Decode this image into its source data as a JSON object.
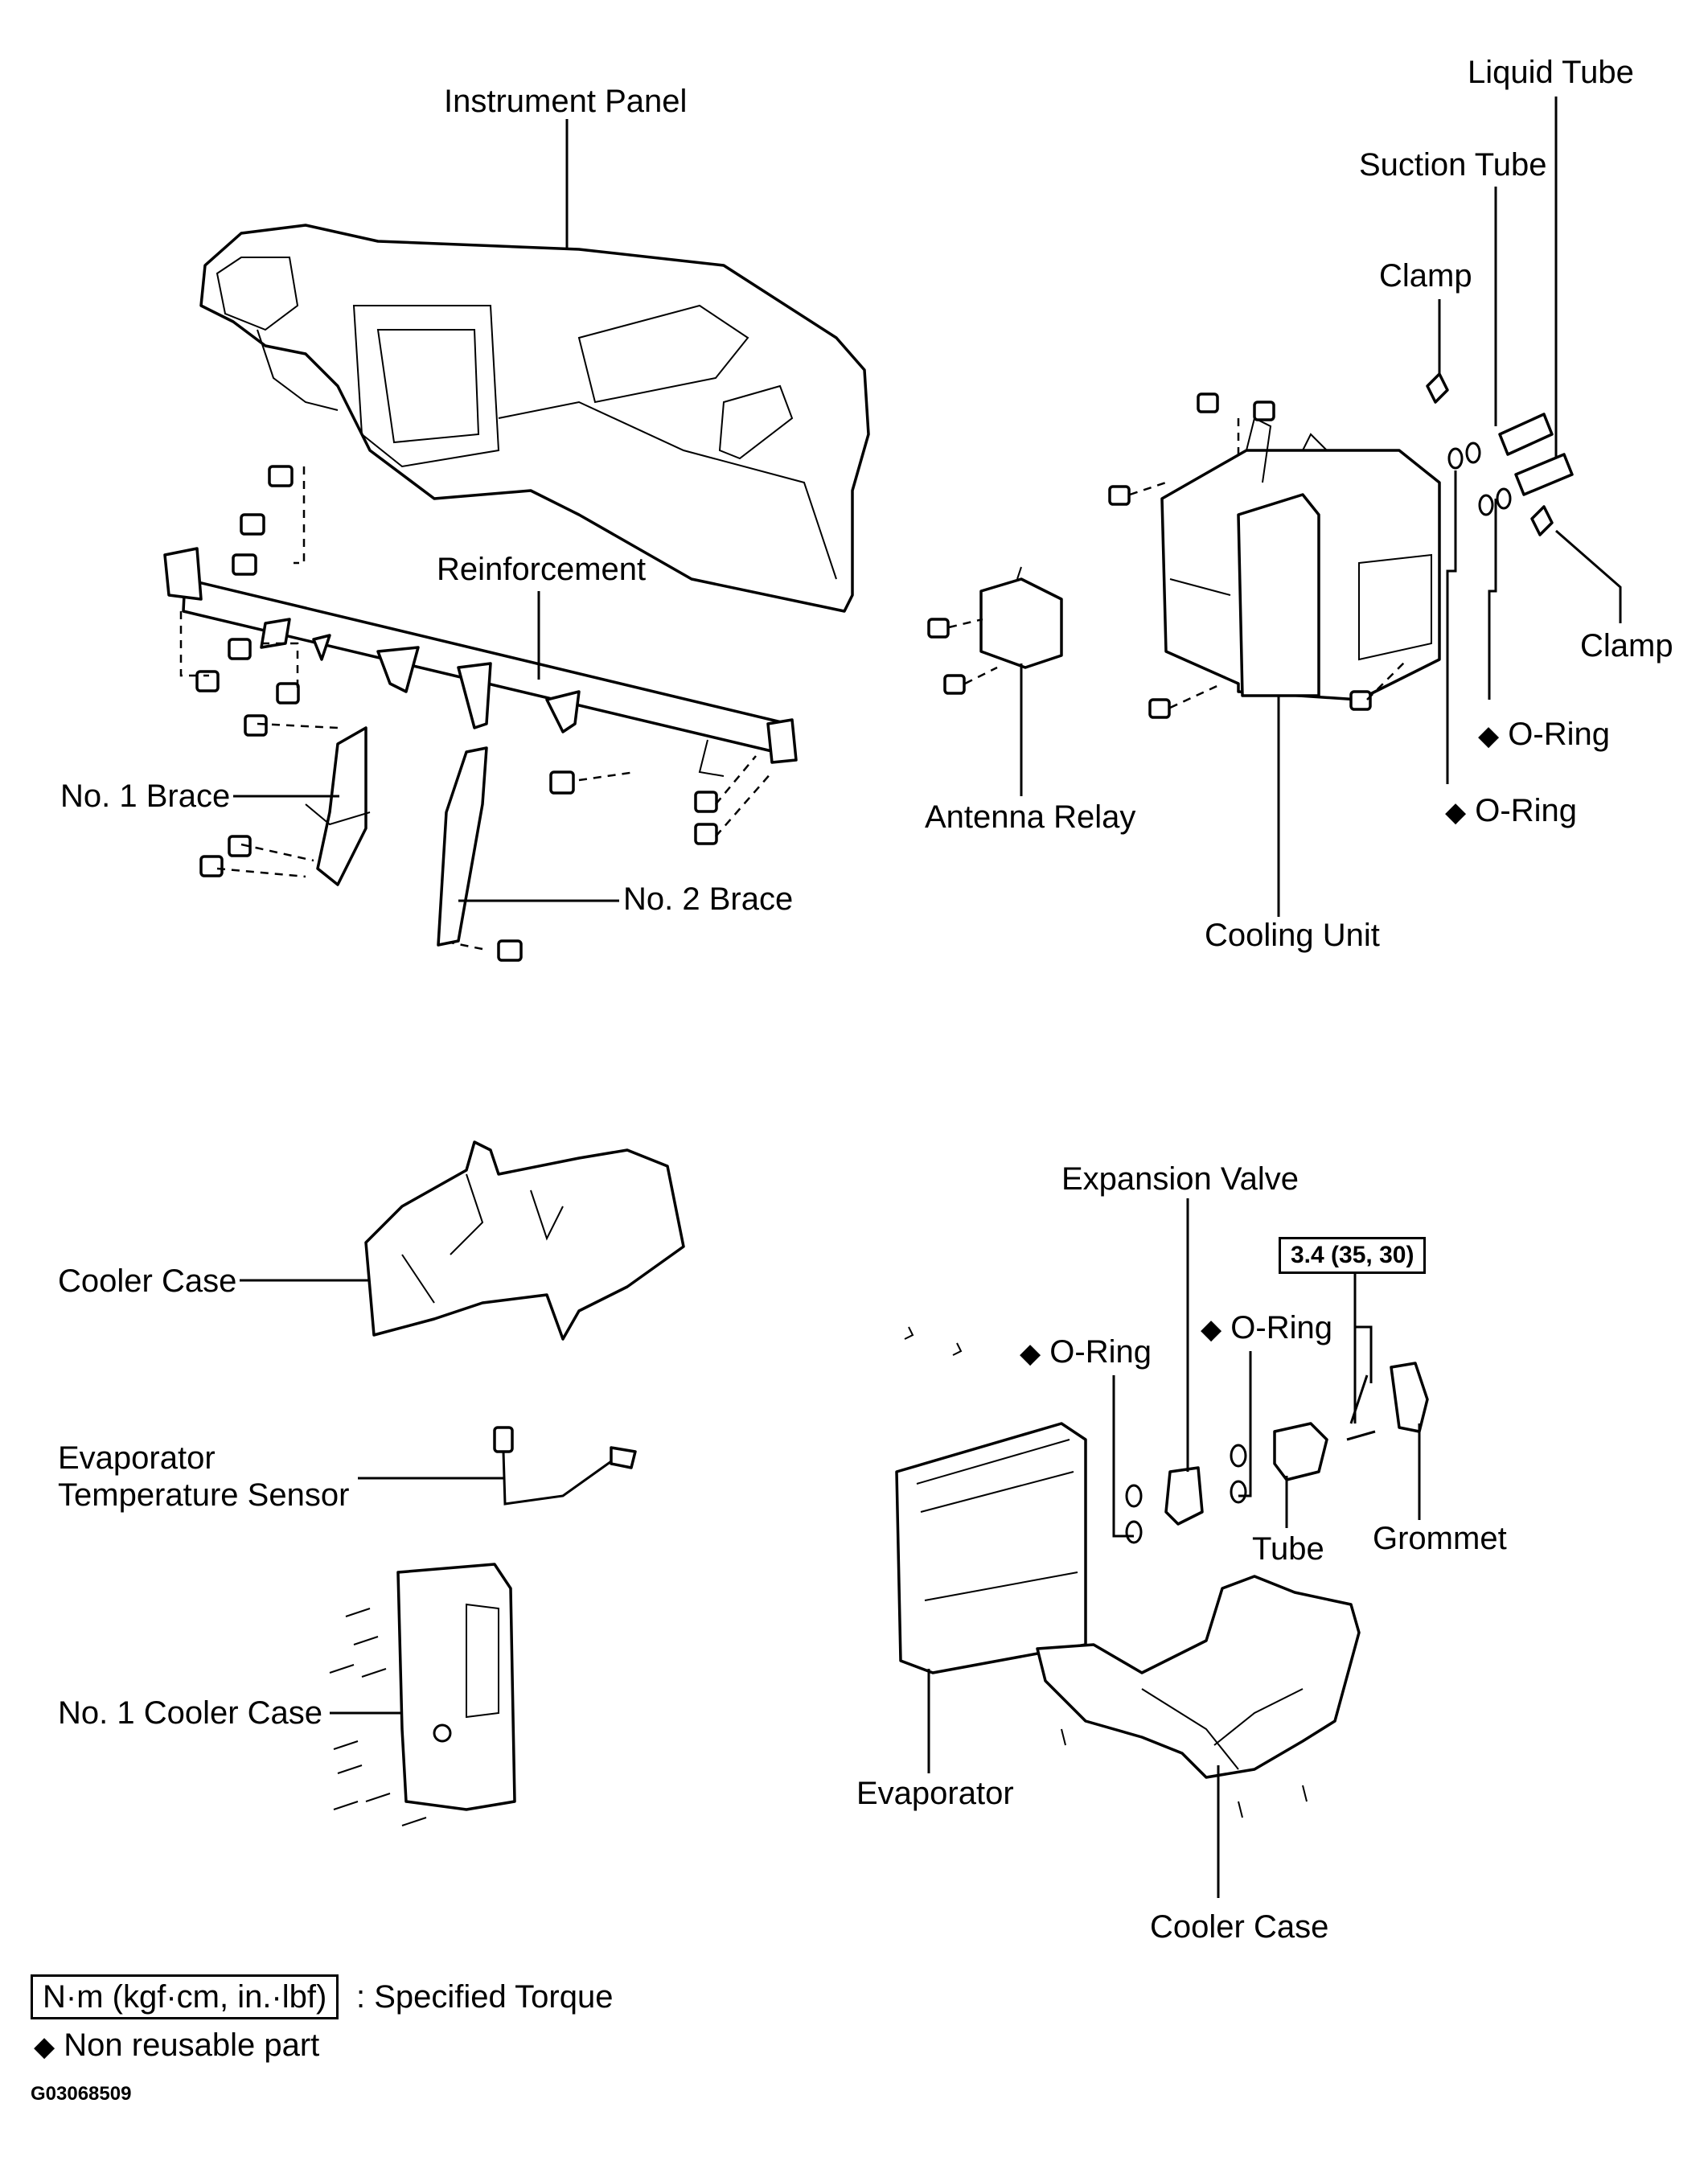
{
  "labels": {
    "instrument_panel": "Instrument Panel",
    "reinforcement": "Reinforcement",
    "no1_brace": "No. 1 Brace",
    "no2_brace": "No. 2 Brace",
    "liquid_tube": "Liquid Tube",
    "suction_tube": "Suction Tube",
    "clamp_top": "Clamp",
    "clamp_right": "Clamp",
    "antenna_relay": "Antenna Relay",
    "cooling_unit": "Cooling Unit",
    "o_ring_upper": "O-Ring",
    "o_ring_lower": "O-Ring",
    "cooler_case_left": "Cooler Case",
    "evaporator_temp_sensor_1": "Evaporator",
    "evaporator_temp_sensor_2": "Temperature Sensor",
    "no1_cooler_case": "No. 1 Cooler Case",
    "expansion_valve": "Expansion Valve",
    "torque_spec": "3.4 (35, 30)",
    "o_ring_left_mid": "O-Ring",
    "o_ring_right_mid": "O-Ring",
    "tube": "Tube",
    "grommet": "Grommet",
    "evaporator": "Evaporator",
    "cooler_case_bottom": "Cooler Case"
  },
  "legend": {
    "torque_unit": "N·m (kgf·cm, in.·lbf)",
    "torque_desc": ": Specified Torque",
    "non_reusable_symbol": "◆",
    "non_reusable_desc": "Non reusable part"
  },
  "figure_code": "G03068509"
}
